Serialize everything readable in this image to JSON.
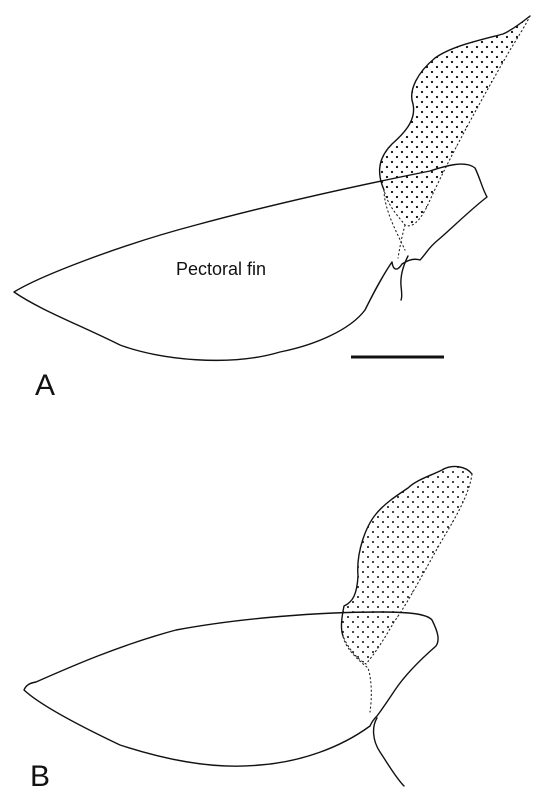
{
  "panels": [
    {
      "label": "A",
      "annotation": "Pectoral fin",
      "has_scale_bar": true
    },
    {
      "label": "B",
      "annotation": "",
      "has_scale_bar": false
    }
  ]
}
